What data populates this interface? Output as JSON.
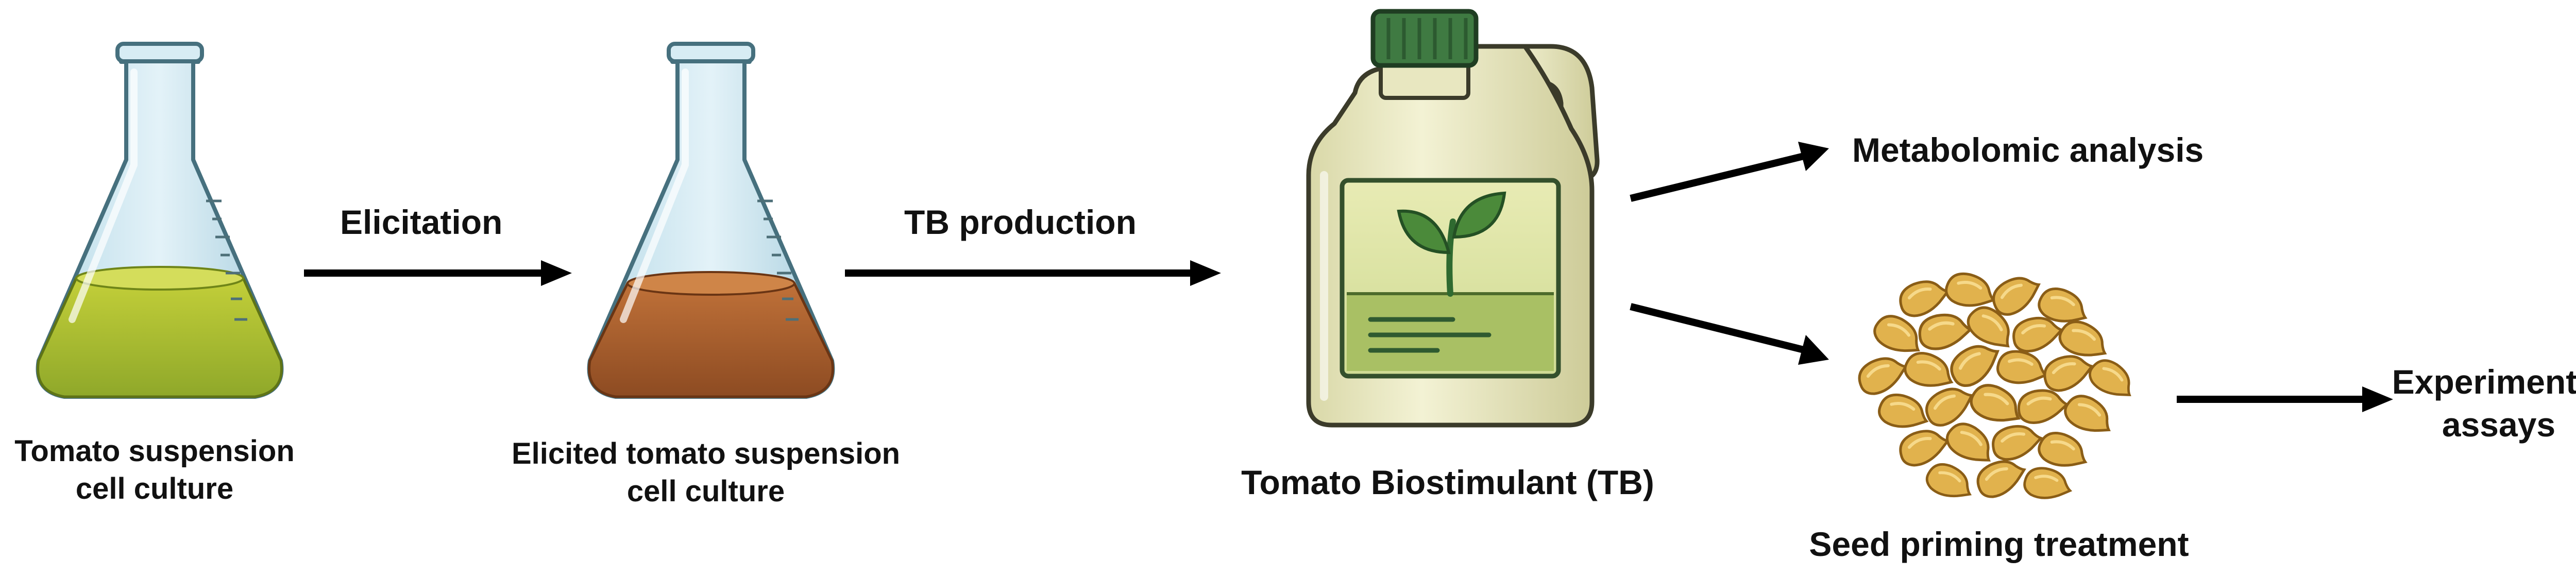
{
  "steps": {
    "elicitation": "Elicitation",
    "tb_production": "TB production"
  },
  "items": {
    "flask_green": {
      "caption_line1": "Tomato suspension",
      "caption_line2": "cell culture",
      "liquid_color": "#a9bd2b"
    },
    "flask_brown": {
      "caption_line1": "Elicited tomato suspension",
      "caption_line2": "cell culture",
      "liquid_color": "#b0612b"
    },
    "jug": {
      "caption": "Tomato Biostimulant (TB)",
      "cap_color": "#3f7a42",
      "body_color": "#ecebc4",
      "label_color": "#c7d488"
    },
    "seeds": {
      "caption": "Seed priming treatment",
      "seed_color": "#e1b24d"
    }
  },
  "outcomes": {
    "metabolomic": "Metabolomic analysis",
    "experimental_line1": "Experimental",
    "experimental_line2": "assays"
  }
}
